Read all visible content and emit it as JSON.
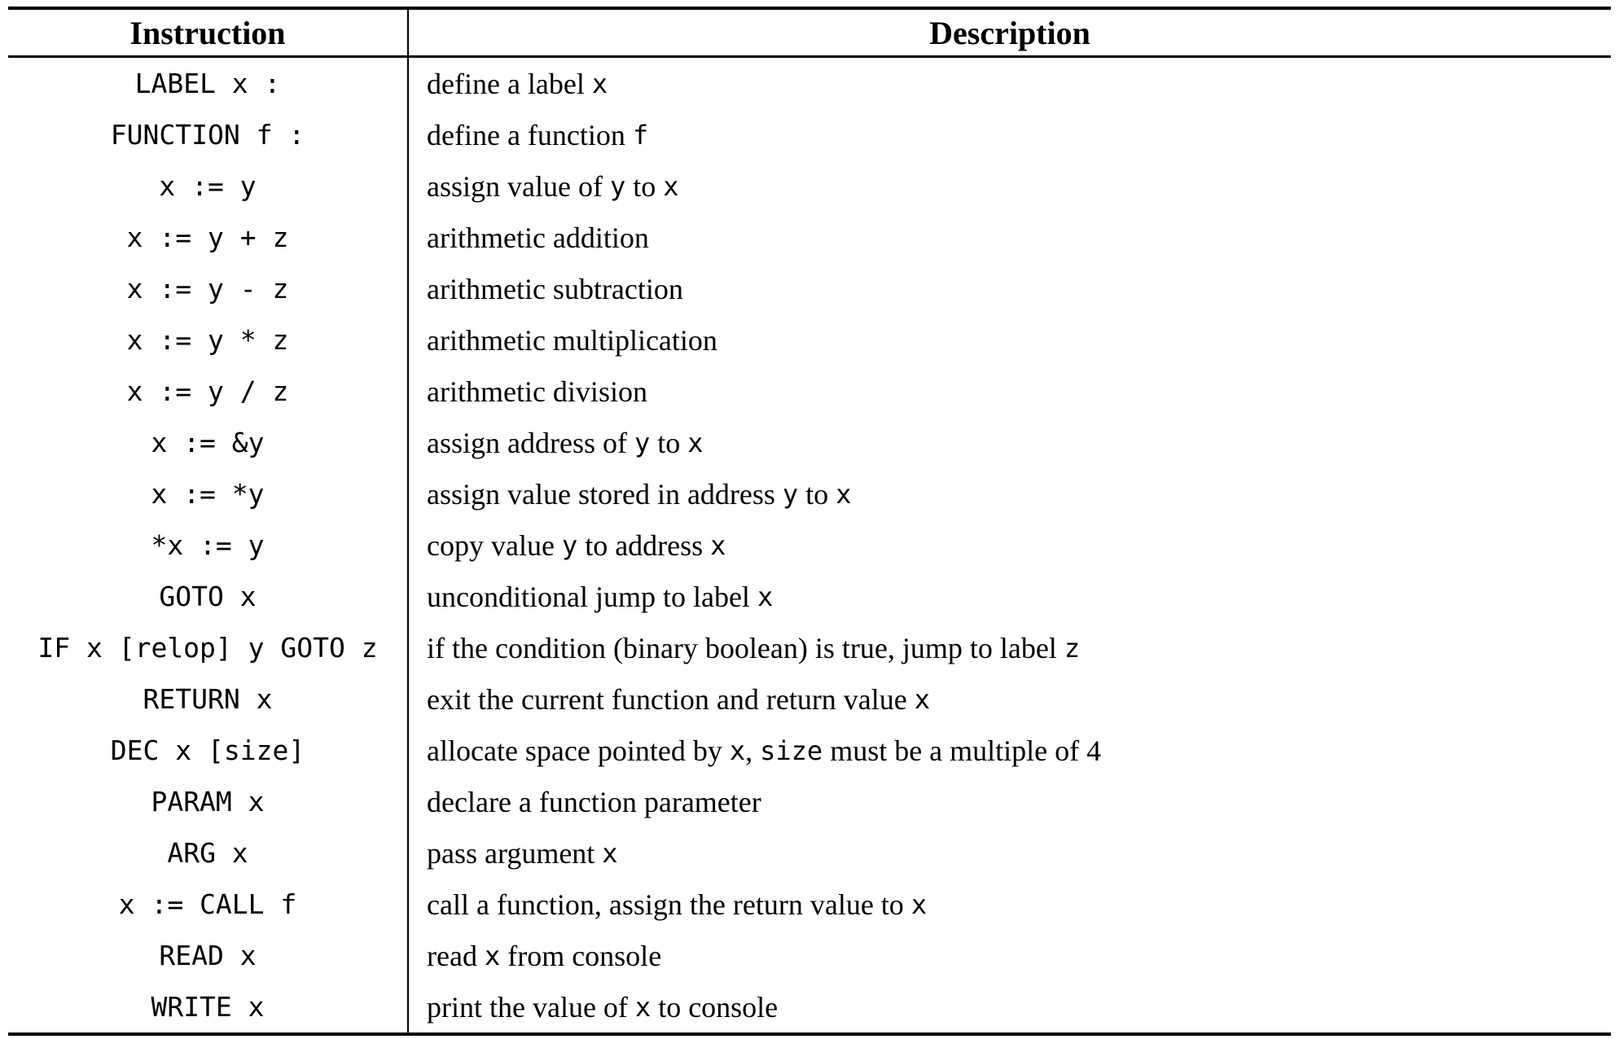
{
  "page": {
    "background": "#ffffff",
    "text_color": "#000000",
    "rule_color": "#000000"
  },
  "table": {
    "headers": [
      {
        "label": "Instruction"
      },
      {
        "label": "Description"
      }
    ],
    "rows": [
      {
        "instruction": "LABEL x :",
        "description": [
          {
            "text": "define a label "
          },
          {
            "text": "x",
            "code": true
          }
        ]
      },
      {
        "instruction": "FUNCTION f :",
        "description": [
          {
            "text": "define a function "
          },
          {
            "text": "f",
            "code": true
          }
        ]
      },
      {
        "instruction": "x := y",
        "description": [
          {
            "text": "assign value of "
          },
          {
            "text": "y",
            "code": true
          },
          {
            "text": " to "
          },
          {
            "text": "x",
            "code": true
          }
        ]
      },
      {
        "instruction": "x := y + z",
        "description": [
          {
            "text": "arithmetic addition"
          }
        ]
      },
      {
        "instruction": "x := y - z",
        "description": [
          {
            "text": "arithmetic subtraction"
          }
        ]
      },
      {
        "instruction": "x := y * z",
        "description": [
          {
            "text": "arithmetic multiplication"
          }
        ]
      },
      {
        "instruction": "x := y / z",
        "description": [
          {
            "text": "arithmetic division"
          }
        ]
      },
      {
        "instruction": "x := &y",
        "description": [
          {
            "text": "assign address of "
          },
          {
            "text": "y",
            "code": true
          },
          {
            "text": " to "
          },
          {
            "text": "x",
            "code": true
          }
        ]
      },
      {
        "instruction": "x := *y",
        "description": [
          {
            "text": "assign value stored in address "
          },
          {
            "text": "y",
            "code": true
          },
          {
            "text": " to "
          },
          {
            "text": "x",
            "code": true
          }
        ]
      },
      {
        "instruction": "*x := y",
        "description": [
          {
            "text": "copy value "
          },
          {
            "text": "y",
            "code": true
          },
          {
            "text": " to address "
          },
          {
            "text": "x",
            "code": true
          }
        ]
      },
      {
        "instruction": "GOTO x",
        "description": [
          {
            "text": "unconditional jump to label "
          },
          {
            "text": "x",
            "code": true
          }
        ]
      },
      {
        "instruction": "IF x [relop] y GOTO z",
        "description": [
          {
            "text": "if the condition (binary boolean) is true, jump to label "
          },
          {
            "text": "z",
            "code": true
          }
        ]
      },
      {
        "instruction": "RETURN x",
        "description": [
          {
            "text": "exit the current function and return value "
          },
          {
            "text": "x",
            "code": true
          }
        ]
      },
      {
        "instruction": "DEC x [size]",
        "description": [
          {
            "text": "allocate space pointed by "
          },
          {
            "text": "x",
            "code": true
          },
          {
            "text": ", "
          },
          {
            "text": "size",
            "code": true
          },
          {
            "text": " must be a multiple of 4"
          }
        ]
      },
      {
        "instruction": "PARAM x",
        "description": [
          {
            "text": "declare a function parameter"
          }
        ]
      },
      {
        "instruction": "ARG x",
        "description": [
          {
            "text": "pass argument "
          },
          {
            "text": "x",
            "code": true
          }
        ]
      },
      {
        "instruction": "x := CALL f",
        "description": [
          {
            "text": "call a function, assign the return value to "
          },
          {
            "text": "x",
            "code": true
          }
        ]
      },
      {
        "instruction": "READ x",
        "description": [
          {
            "text": "read "
          },
          {
            "text": "x",
            "code": true
          },
          {
            "text": " from console"
          }
        ]
      },
      {
        "instruction": "WRITE x",
        "description": [
          {
            "text": "print the value of "
          },
          {
            "text": "x",
            "code": true
          },
          {
            "text": " to console"
          }
        ]
      }
    ]
  }
}
